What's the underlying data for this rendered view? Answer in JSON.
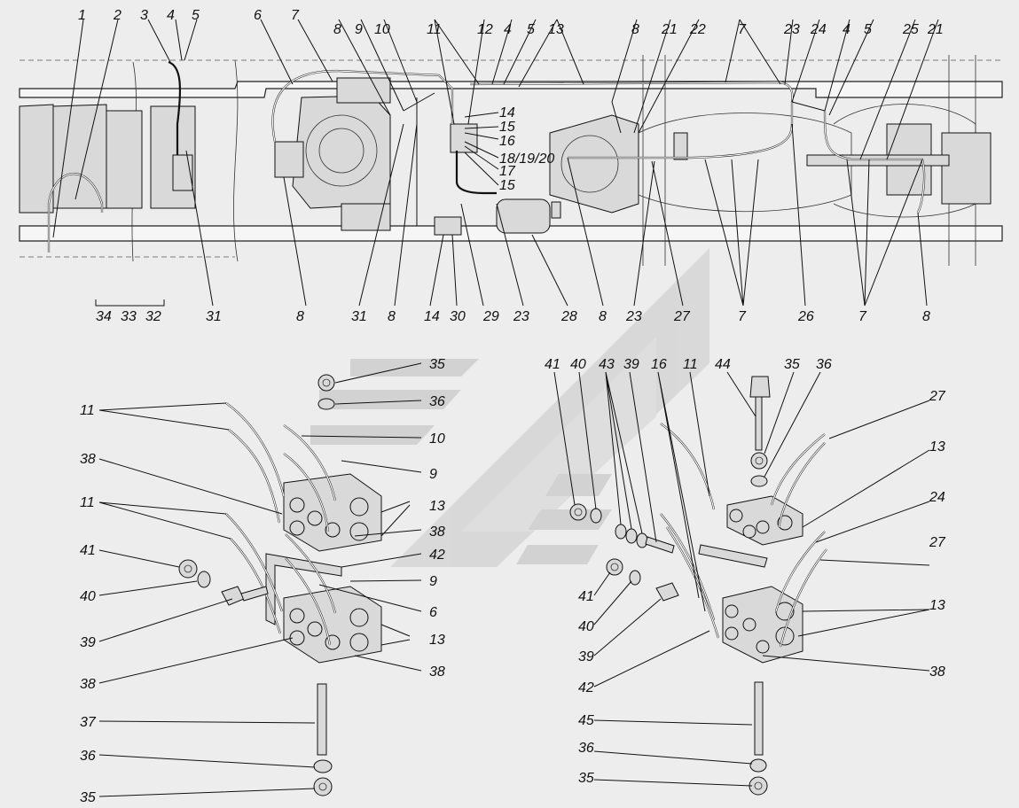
{
  "callouts_top": {
    "c1": "1",
    "c2": "2",
    "c3": "3",
    "c4a": "4",
    "c5a": "5",
    "c6": "6",
    "c7a": "7",
    "c8a": "8",
    "c9": "9",
    "c10": "10",
    "c11": "11",
    "c12": "12",
    "c4b": "4",
    "c5b": "5",
    "c13": "13",
    "c8b": "8",
    "c21a": "21",
    "c22": "22",
    "c7b": "7",
    "c23": "23",
    "c24": "24",
    "c4c": "4",
    "c5c": "5",
    "c25": "25",
    "c21b": "21",
    "c14": "14",
    "c15a": "15",
    "c16": "16",
    "c18": "18/19/20",
    "c17": "17",
    "c15b": "15",
    "b34": "34",
    "b33": "33",
    "b32": "32",
    "b31a": "31",
    "b8a": "8",
    "b31b": "31",
    "b8b": "8",
    "b14": "14",
    "b30": "30",
    "b29": "29",
    "b23": "23",
    "b28": "28",
    "b8c": "8",
    "b23b": "23",
    "b27": "27",
    "b7a": "7",
    "b26": "26",
    "b7b": "7",
    "b8d": "8"
  },
  "callouts_left": {
    "l35": "35",
    "l36": "36",
    "l10": "10",
    "l11a": "11",
    "l38a": "38",
    "l9a": "9",
    "l13a": "13",
    "l38b": "38",
    "l11b": "11",
    "l42": "42",
    "l41": "41",
    "l9b": "9",
    "l40": "40",
    "l6": "6",
    "l39": "39",
    "l13b": "13",
    "l38c": "38",
    "l38d": "38",
    "l37": "37",
    "l36b": "36",
    "l35b": "35"
  },
  "callouts_right": {
    "r41": "41",
    "r40": "40",
    "r43": "43",
    "r39": "39",
    "r16": "16",
    "r11": "11",
    "r44": "44",
    "r35": "35",
    "r36": "36",
    "r27a": "27",
    "r13a": "13",
    "r24": "24",
    "r27b": "27",
    "r41b": "41",
    "r40b": "40",
    "r39b": "39",
    "r13b": "13",
    "r42": "42",
    "r38": "38",
    "r45": "45",
    "r36b": "36",
    "r35b": "35"
  },
  "colors": {
    "watermark": "#c4c4c4",
    "background": "#ededed",
    "line": "#111111"
  }
}
